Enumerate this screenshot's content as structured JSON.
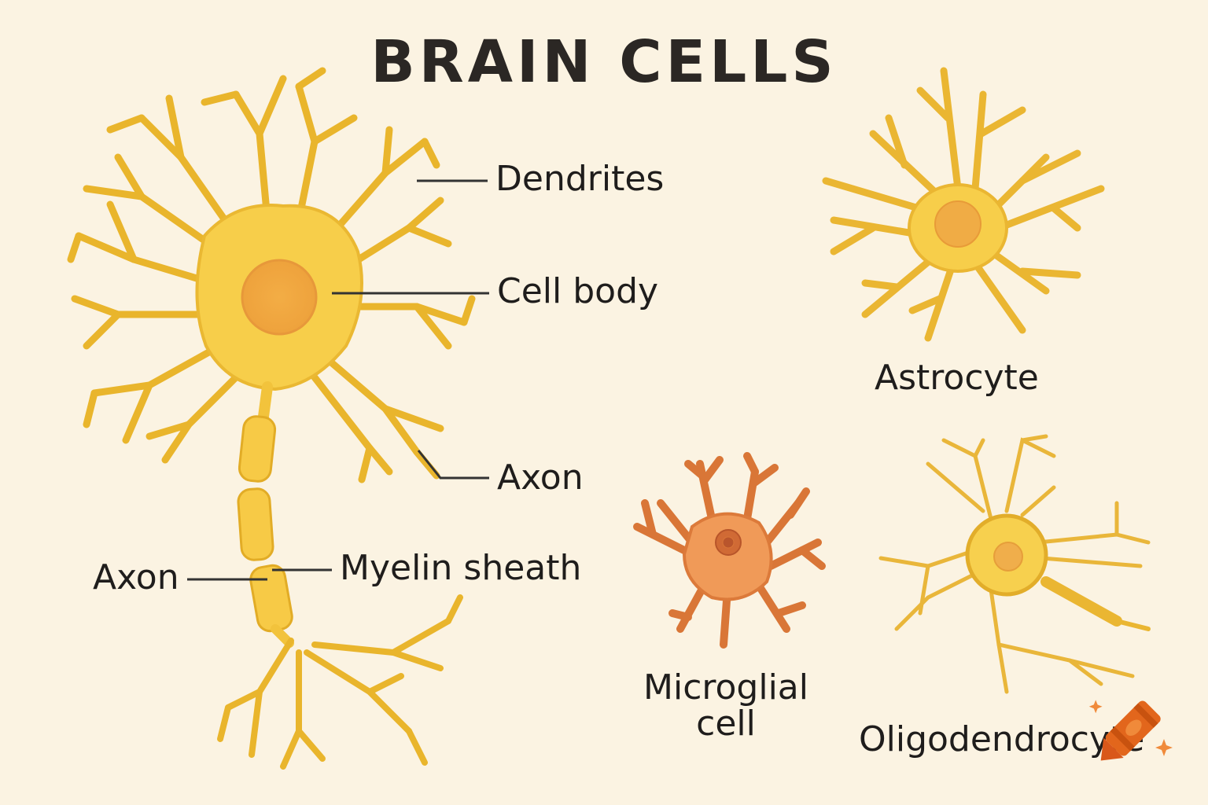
{
  "title": "BRAIN CELLS",
  "labels": {
    "dendrites": "Dendrites",
    "cell_body": "Cell body",
    "axon_right": "Axon",
    "axon_left": "Axon",
    "myelin_sheath": "Myelin sheath",
    "astrocyte": "Astrocyte",
    "microglial_line1": "Microglial",
    "microglial_line2": "cell",
    "oligodendrocyte": "Oligodendrocyte"
  },
  "colors": {
    "background": "#fbf3e2",
    "neuron_fill": "#f7ce4a",
    "neuron_stroke": "#e7b62b",
    "nucleus": "#f0a43c",
    "microglia_fill": "#f09a58",
    "microglia_stroke": "#dc7a3a",
    "leader_line": "#333333",
    "crayon": "#e2661c"
  }
}
